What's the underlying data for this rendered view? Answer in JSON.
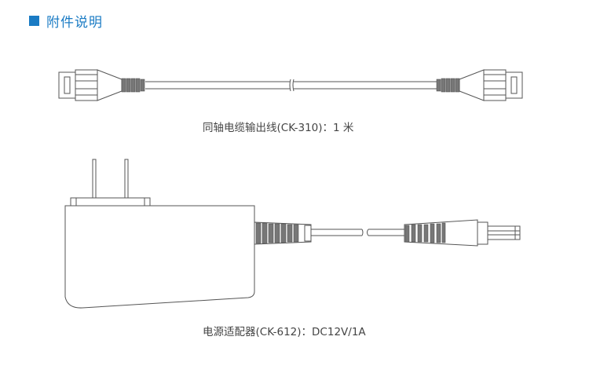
{
  "section": {
    "title": "附件说明",
    "accent_color": "#1a7bc4"
  },
  "items": [
    {
      "caption": "同轴电缆输出线(CK-310)：1 米",
      "illustration": "coaxial-cable"
    },
    {
      "caption": "电源适配器(CK-612)：DC12V/1A",
      "illustration": "power-adapter"
    }
  ]
}
